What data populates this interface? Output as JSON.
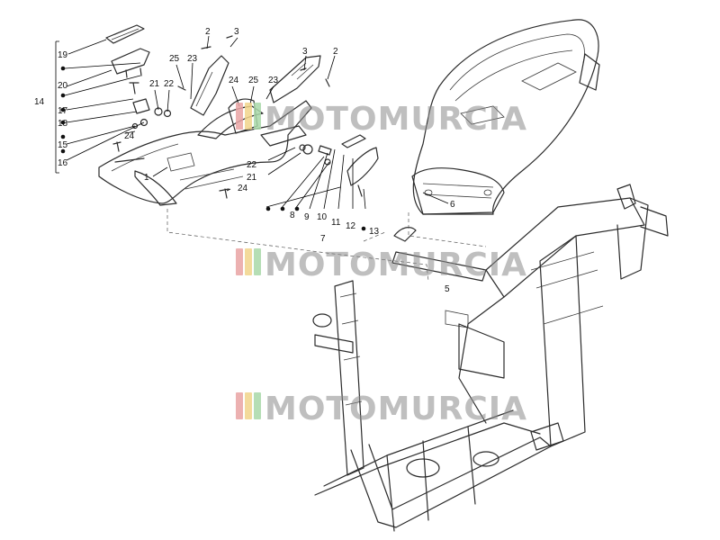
{
  "watermark": {
    "text": "MOTOMURCIA",
    "stripe_colors": [
      "#e9a3a3",
      "#f1d48a",
      "#a8d8a8"
    ]
  },
  "callouts": [
    {
      "id": "c1",
      "label": "1"
    },
    {
      "id": "c2a",
      "label": "2"
    },
    {
      "id": "c2b",
      "label": "2"
    },
    {
      "id": "c3a",
      "label": "3"
    },
    {
      "id": "c3b",
      "label": "3"
    },
    {
      "id": "c5",
      "label": "5"
    },
    {
      "id": "c6",
      "label": "6"
    },
    {
      "id": "c7",
      "label": "7"
    },
    {
      "id": "c8",
      "label": "8"
    },
    {
      "id": "c9",
      "label": "9"
    },
    {
      "id": "c10",
      "label": "10"
    },
    {
      "id": "c11",
      "label": "11"
    },
    {
      "id": "c12",
      "label": "12"
    },
    {
      "id": "c13",
      "label": "13"
    },
    {
      "id": "c14",
      "label": "14"
    },
    {
      "id": "c15",
      "label": "15"
    },
    {
      "id": "c16",
      "label": "16"
    },
    {
      "id": "c17",
      "label": "17"
    },
    {
      "id": "c18",
      "label": "18"
    },
    {
      "id": "c19",
      "label": "19"
    },
    {
      "id": "c20",
      "label": "20"
    },
    {
      "id": "c21a",
      "label": "21"
    },
    {
      "id": "c21b",
      "label": "21"
    },
    {
      "id": "c22a",
      "label": "22"
    },
    {
      "id": "c22b",
      "label": "22"
    },
    {
      "id": "c23a",
      "label": "23"
    },
    {
      "id": "c23b",
      "label": "23"
    },
    {
      "id": "c24a",
      "label": "24"
    },
    {
      "id": "c24b",
      "label": "24"
    },
    {
      "id": "c24c",
      "label": "24"
    },
    {
      "id": "c25a",
      "label": "25"
    },
    {
      "id": "c25b",
      "label": "25"
    }
  ]
}
